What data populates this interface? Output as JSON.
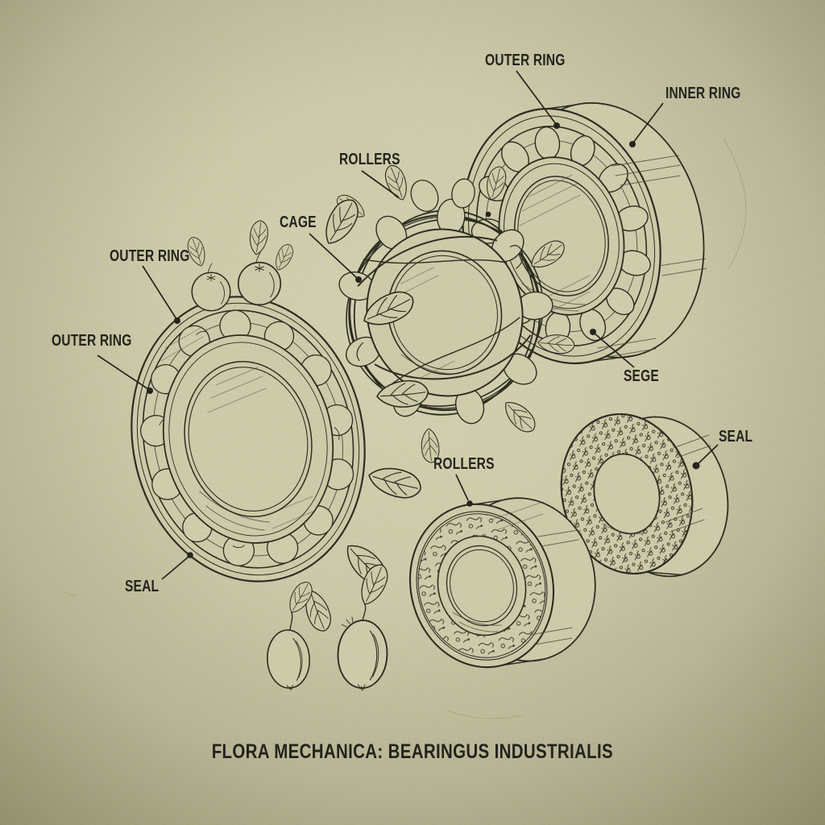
{
  "title": "FLORA MECHANICA: BEARINGUS INDUSTRIALIS",
  "labels": [
    {
      "id": "outer-ring-top",
      "text": "OUTER RING"
    },
    {
      "id": "inner-ring",
      "text": "INNER RING"
    },
    {
      "id": "rollers-upper",
      "text": "ROLLERS"
    },
    {
      "id": "cage",
      "text": "CAGE"
    },
    {
      "id": "outer-ring-left-upper",
      "text": "OUTER RING"
    },
    {
      "id": "outer-ring-left-lower",
      "text": "OUTER RING"
    },
    {
      "id": "sege",
      "text": "SEGE"
    },
    {
      "id": "seal-right",
      "text": "SEAL"
    },
    {
      "id": "rollers-lower",
      "text": "ROLLERS"
    },
    {
      "id": "seal-left",
      "text": "SEAL"
    }
  ],
  "colors": {
    "paper_center": "#d1cead",
    "paper_edge": "#8a8966",
    "ink": "#2c2b1f",
    "label_ink": "#23221b"
  }
}
